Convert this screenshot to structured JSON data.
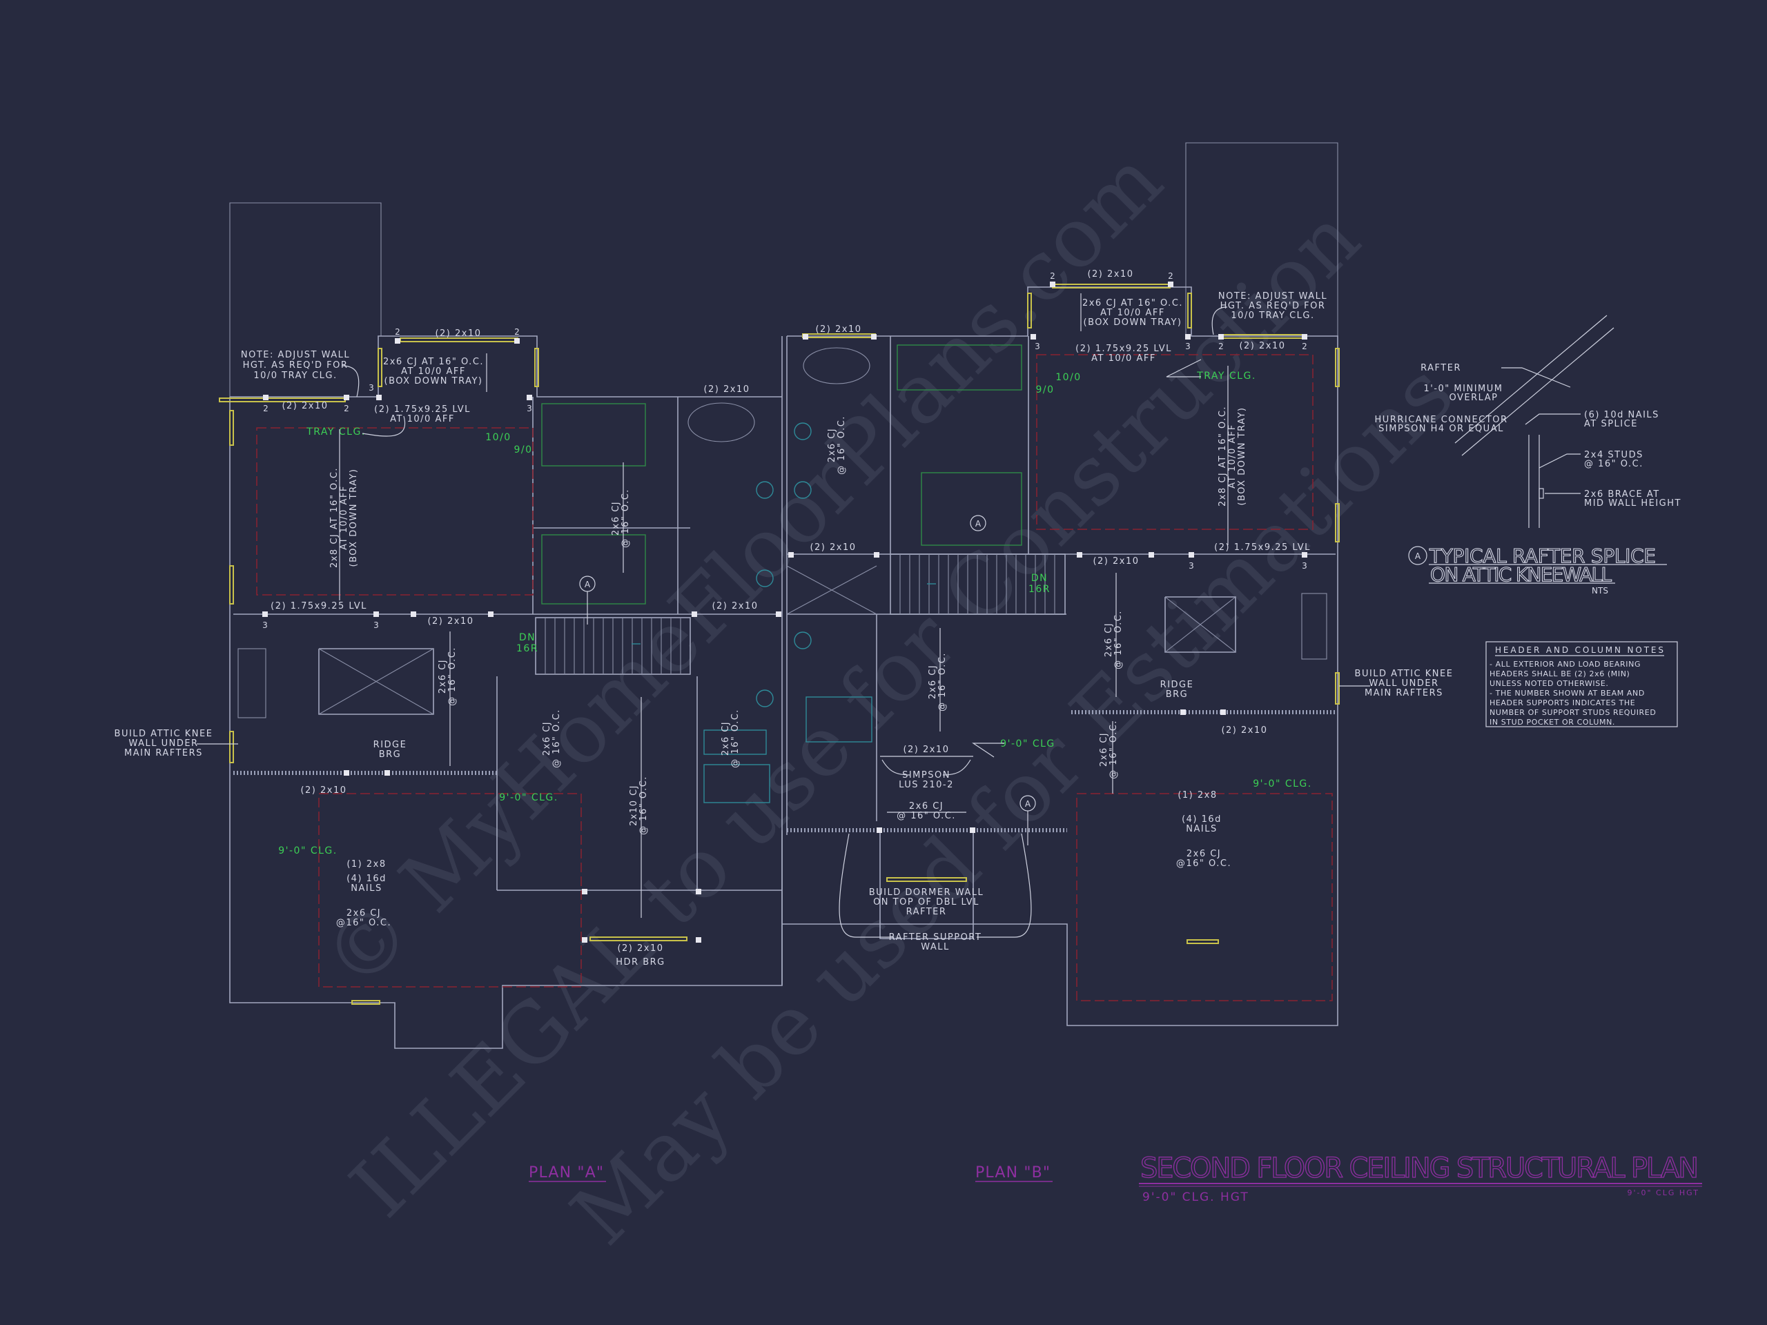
{
  "title": {
    "main": "SECOND FLOOR CEILING STRUCTURAL PLAN",
    "sub_left": "9'-0\" CLG. HGT",
    "sub_right": "9'-0\" CLG HGT",
    "plan_a": "PLAN \"A\"",
    "plan_b": "PLAN \"B\""
  },
  "watermarks": [
    "© MyHomeFloorPlans.com",
    "ILLEGAL to use for Construction",
    "May be used for Estimations"
  ],
  "colors": {
    "background": "#272a3f",
    "title": "#8e2fa0",
    "ceiling_labels": "#3ccf55",
    "lines": "#a3a8bf"
  },
  "detail": {
    "marker": "A",
    "title_line1": "TYPICAL RAFTER SPLICE",
    "title_line2": "ON ATTIC KNEEWALL",
    "scale": "NTS",
    "callouts": {
      "rafter": "RAFTER",
      "overlap": [
        "1'-0\" MINIMUM",
        "OVERLAP"
      ],
      "hurricane": [
        "HURRICANE CONNECTOR",
        "SIMPSON H4 OR EQUAL"
      ],
      "nails": [
        "(6) 10d NAILS",
        "AT SPLICE"
      ],
      "studs": [
        "2x4 STUDS",
        "@ 16\" O.C."
      ],
      "brace": [
        "2x6 BRACE AT",
        "MID WALL HEIGHT"
      ]
    }
  },
  "notes": {
    "heading": "HEADER AND COLUMN NOTES",
    "lines": [
      "- ALL EXTERIOR AND LOAD BEARING",
      "HEADERS SHALL BE (2) 2x6 (MIN)",
      "UNLESS NOTED OTHERWISE.",
      "- THE NUMBER SHOWN AT BEAM AND",
      "HEADER SUPPORTS INDICATES THE",
      "NUMBER OF SUPPORT STUDS REQUIRED",
      "IN STUD POCKET OR COLUMN."
    ]
  },
  "plan_a": {
    "note_adjust": [
      "NOTE: ADJUST WALL",
      "HGT. AS REQ'D FOR",
      "10/0 TRAY CLG."
    ],
    "hdr_top_box": "(2) 2x10",
    "cj_box": [
      "2x6 CJ AT 16\" O.C.",
      "AT 10/0 AFF",
      "(BOX DOWN TRAY)"
    ],
    "lvl_top": [
      "(2) 1.75x9.25 LVL",
      "AT 10/0 AFF"
    ],
    "hdr_top_left": "(2) 2x10",
    "tray": "TRAY CLG.",
    "h1010": "10/0",
    "h90": "9/0",
    "cj_master": [
      "2x8 CJ AT 16\" O.C.",
      "AT 10/0 AFF",
      "(BOX DOWN TRAY)"
    ],
    "lvl_bottom": "(2) 1.75x9.25 LVL",
    "hdr_mid": "(2) 2x10",
    "hdr_bath": "(2) 2x10",
    "hdr_bath_top": "(2) 2x10",
    "stairs": [
      "DN",
      "16R"
    ],
    "knee": [
      "BUILD ATTIC KNEE",
      "WALL UNDER",
      "MAIN RAFTERS"
    ],
    "ridge": [
      "RIDGE",
      "BRG"
    ],
    "hdr_ridge": "(2) 2x10",
    "clg_left": "9'-0\" CLG.",
    "clg_mid": "9'-0\" CLG.",
    "nails": [
      "(1) 2x8",
      "(4) 16d",
      "NAILS"
    ],
    "cj_bottom": [
      "2x6 CJ",
      "@16\" O.C."
    ],
    "cj_v1": [
      "2x6 CJ",
      "@ 16\" O.C."
    ],
    "cj_v2": [
      "2x6 CJ",
      "@ 16\" O.C."
    ],
    "cj_v3": [
      "2x6 CJ",
      "@ 16\" O.C."
    ],
    "cj_v4": [
      "2x10 CJ",
      "@ 16\" O.C."
    ],
    "cj_v5": [
      "2x6 CJ",
      "@ 16\" O.C."
    ],
    "hdr_brg": [
      "(2) 2x10",
      "HDR BRG"
    ]
  },
  "plan_b": {
    "hdr_top_box": "(2) 2x10",
    "cj_box": [
      "2x6 CJ AT 16\" O.C.",
      "AT 10/0 AFF",
      "(BOX DOWN TRAY)"
    ],
    "lvl_top": [
      "(2) 1.75x9.25 LVL",
      "AT 10/0 AFF"
    ],
    "note_adjust": [
      "NOTE: ADJUST WALL",
      "HGT. AS REQ'D FOR",
      "10/0 TRAY CLG."
    ],
    "hdr_top_right": "(2) 2x10",
    "hdr_bath_top": "(2) 2x10",
    "tray": "TRAY CLG.",
    "h1010": "10/0",
    "h90": "9/0",
    "cj_master": [
      "2x8 CJ AT 16\" O.C.",
      "AT 10/0 AFF",
      "(BOX DOWN TRAY)"
    ],
    "hdr_mid1": "(2) 2x10",
    "hdr_mid2": "(2) 2x10",
    "lvl_bottom": "(2) 1.75x9.25 LVL",
    "stairs": [
      "DN",
      "16R"
    ],
    "cj_v1": [
      "2x6 CJ",
      "@ 16\" O.C."
    ],
    "cj_v2": [
      "2x6 CJ",
      "@ 16\" O.C."
    ],
    "cj_v3": [
      "2x6 CJ",
      "@ 16\" O.C."
    ],
    "cj_v4": [
      "2x6 CJ",
      "@ 16\" O.C."
    ],
    "dormer_hdr": "(2) 2x10",
    "simpson": [
      "SIMPSON",
      "LUS 210-2"
    ],
    "dormer_cj": [
      "2x6 CJ",
      "@ 16\" O.C."
    ],
    "clg_dormer": "9'-0\" CLG",
    "dormer_wall": [
      "BUILD DORMER WALL",
      "ON TOP OF DBL LVL",
      "RAFTER"
    ],
    "rafter_support": [
      "RAFTER SUPPORT",
      "WALL"
    ],
    "ridge": [
      "RIDGE",
      "BRG"
    ],
    "hdr_ridge": "(2) 2x10",
    "knee": [
      "BUILD ATTIC KNEE",
      "WALL UNDER",
      "MAIN RAFTERS"
    ],
    "clg_right": "9'-0\" CLG.",
    "nails": [
      "(1) 2x8",
      "(4) 16d",
      "NAILS"
    ],
    "cj_bottom": [
      "2x6 CJ",
      "@16\" O.C."
    ]
  },
  "section_marker": "A",
  "post_numbers": {
    "two": "2",
    "three": "3"
  }
}
